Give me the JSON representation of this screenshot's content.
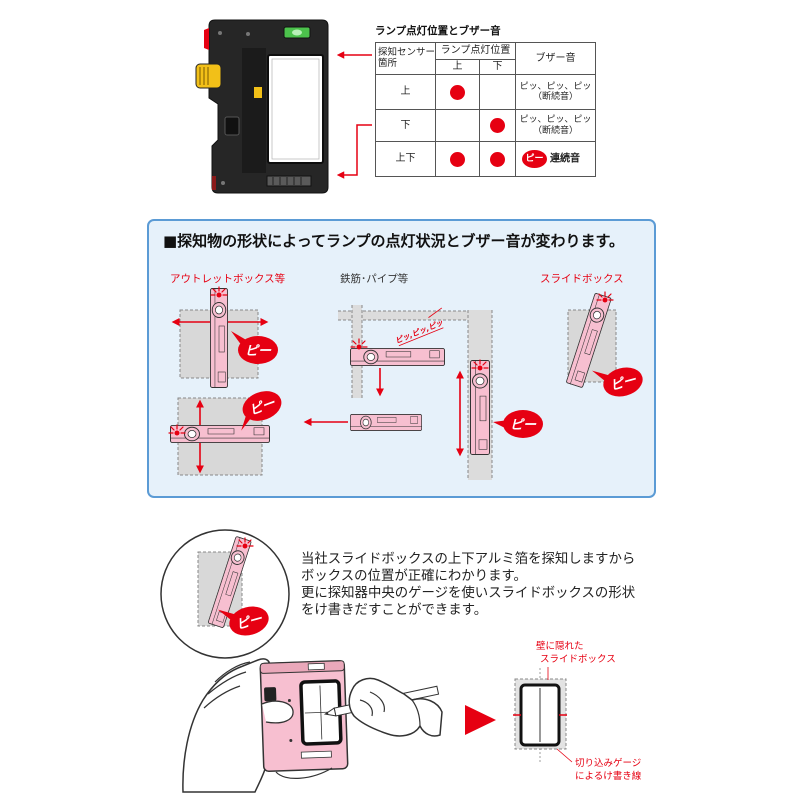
{
  "table": {
    "title": "ランプ点灯位置とブザー音",
    "header": {
      "sensor": [
        "探知センサー",
        "箇所"
      ],
      "lamp_position": "ランプ点灯位置",
      "upper": "上",
      "lower": "下",
      "buzzer": "ブザー音"
    },
    "rows": [
      {
        "sensor": "上",
        "lamp_upper": true,
        "lamp_lower": false,
        "buzzer": [
          "ピッ、ピッ、ピッ",
          "（断続音）"
        ]
      },
      {
        "sensor": "下",
        "lamp_upper": false,
        "lamp_lower": true,
        "buzzer": [
          "ピッ、ピッ、ピッ",
          "（断続音）"
        ]
      },
      {
        "sensor": "上下",
        "lamp_upper": true,
        "lamp_lower": true,
        "buzzer_badge": "ピー",
        "buzzer": [
          "連続音"
        ]
      }
    ]
  },
  "shapes_panel": {
    "heading": "■探知物の形状によってランプの点灯状況とブザー音が変わります。",
    "outlet_label": "アウトレットボックス等",
    "rebar_label": "鉄筋･パイプ等",
    "slide_label": "スライドボックス",
    "beep": "ピー",
    "intermittent": "ピッ,ピッ,ピッ"
  },
  "slide_box_section": {
    "beep": "ピー",
    "description": [
      "当社スライドボックスの上下アルミ箔を探知しますから",
      "ボックスの位置が正確にわかります。",
      "更に探知器中央のゲージを使いスライドボックスの形状",
      "をけ書きだすことができます。"
    ],
    "hidden_box_label": [
      "壁に隠れた",
      "スライドボックス"
    ],
    "gauge_label": [
      "切り込みゲージ",
      "によるけ書き線"
    ]
  },
  "colors": {
    "accent_red": "#e60012",
    "detector_pink": "#f7bfd0",
    "panel_border": "#5b9bd5",
    "panel_fill": "#e6f1fa"
  }
}
